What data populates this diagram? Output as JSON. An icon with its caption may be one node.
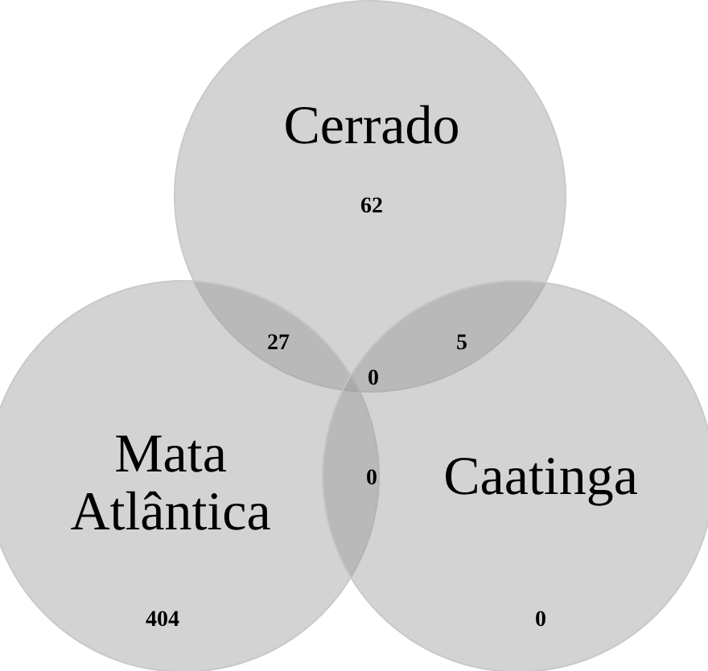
{
  "diagram": {
    "nodes": [
      {
        "text": [
          "Cerrado",
          "62"
        ]
      },
      {
        "text": [
          "Mata Atlântica",
          "404"
        ]
      },
      {
        "text": [
          "Caatinga",
          "0"
        ]
      }
    ],
    "labels": [
      "27",
      "5",
      "0",
      "0"
    ]
  }
}
